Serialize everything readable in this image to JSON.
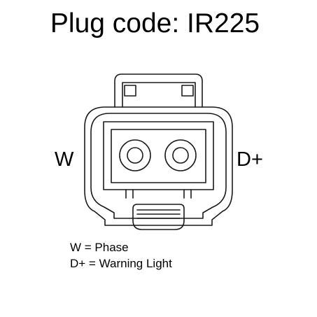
{
  "title": "Plug code: IR225",
  "pins": {
    "left": "W",
    "right": "D+"
  },
  "legend": [
    {
      "text": "W = Phase"
    },
    {
      "text": "D+ = Warning Light"
    }
  ],
  "colors": {
    "stroke": "#1a1a1a",
    "background": "#ffffff"
  }
}
